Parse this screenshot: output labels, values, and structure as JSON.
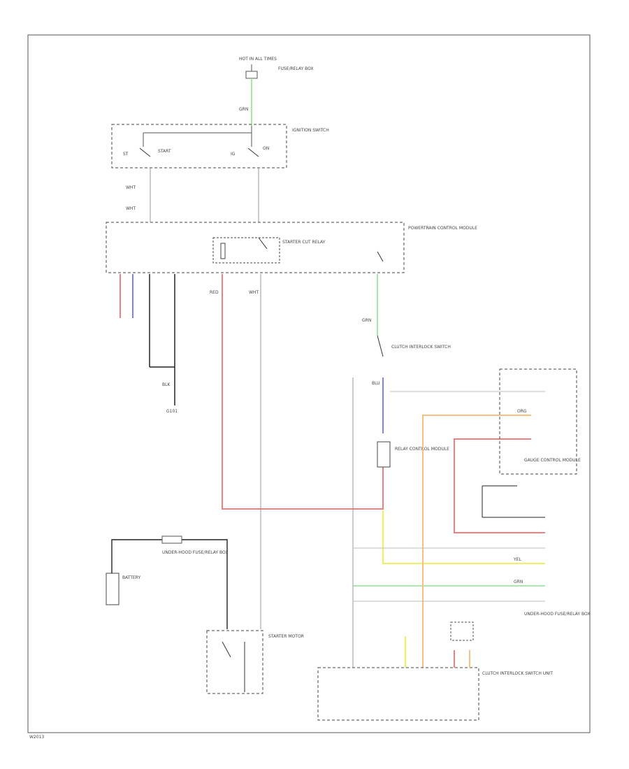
{
  "footer": {
    "code": "W2013"
  },
  "labels": {
    "hot_in": "HOT IN ALL TIMES",
    "fuse_top": "FUSE/RELAY BOX",
    "ignition_switch": "IGNITION SWITCH",
    "ecm": "POWERTRAIN CONTROL MODULE",
    "starter_cut_relay": "STARTER CUT RELAY",
    "underhood_fuse": "UNDER-HOOD FUSE/RELAY BOX",
    "clutch_interlock": "CLUTCH INTERLOCK SWITCH",
    "gauge_control": "GAUGE CONTROL MODULE",
    "battery": "BATTERY",
    "underhood_fuse_2": "UNDER-HOOD FUSE/RELAY BOX",
    "starter_motor": "STARTER MOTOR",
    "relay_unit": "RELAY CONTROL MODULE",
    "clutch_unit": "CLUTCH INTERLOCK SWITCH UNIT",
    "g101": "G101",
    "blk": "BLK",
    "wht": "WHT",
    "grn": "GRN",
    "blu": "BLU",
    "red": "RED",
    "yel": "YEL",
    "org": "ORG",
    "st": "ST",
    "ig": "IG",
    "start": "START",
    "on": "ON"
  },
  "colors": {
    "red_wire": "#f08080",
    "blue_wire": "#8080ff",
    "green_wire": "#90e090",
    "yellow_wire": "#f0f060",
    "orange_wire": "#f8c080",
    "black_wire": "#222222"
  }
}
